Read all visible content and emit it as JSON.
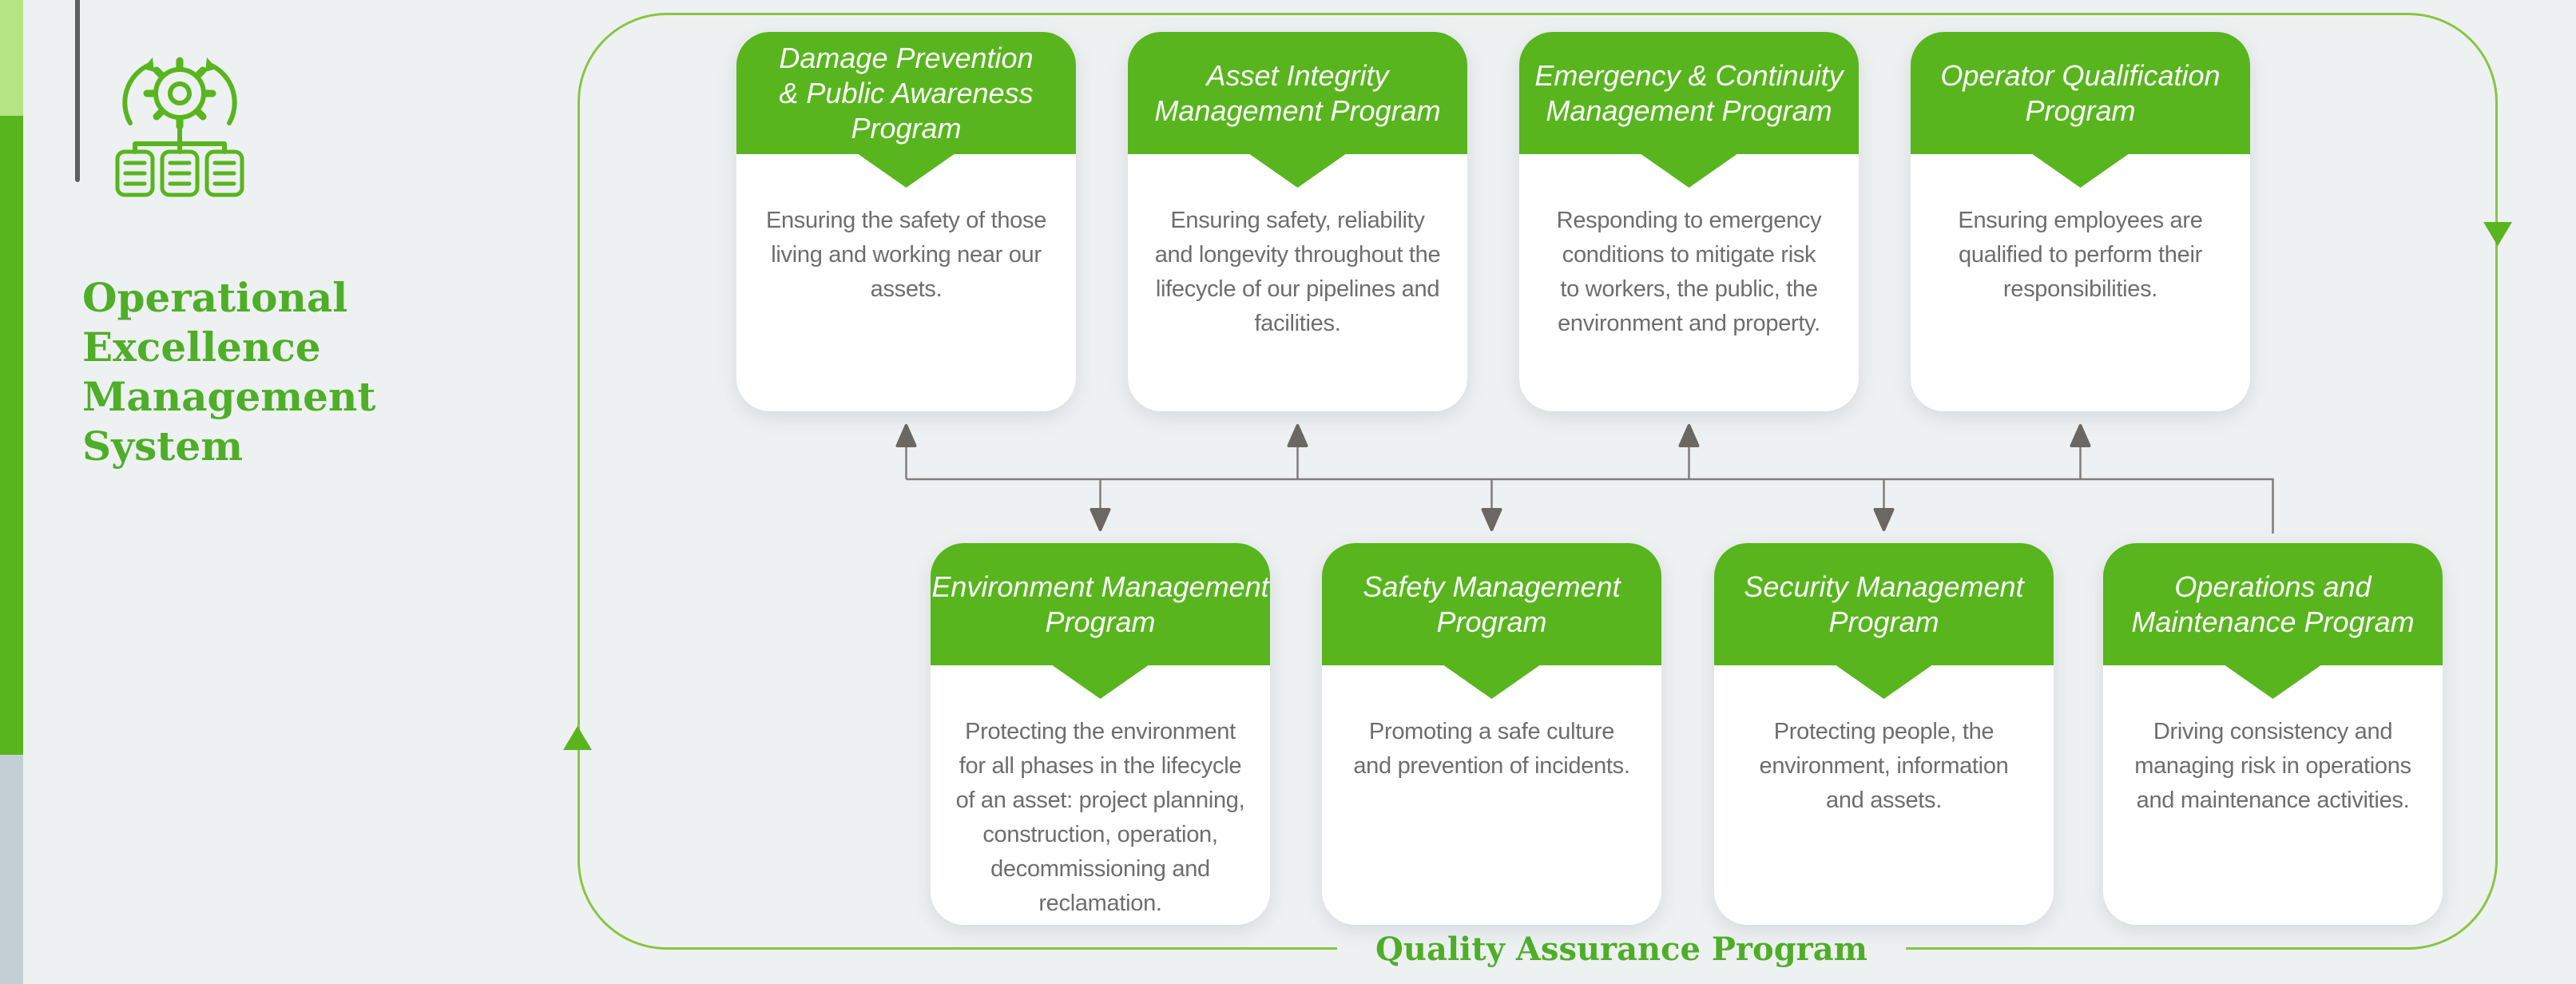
{
  "diagram": {
    "title": "Operational\nExcellence\nManagement\nSystem",
    "qa_label": "Quality Assurance Program"
  },
  "colors": {
    "green": "#58b51e",
    "light-green": "#b4e483",
    "border-green": "#8bc442",
    "slate": "#c4ced5",
    "text-gray": "#6d6d6d",
    "title-green": "#4fae28",
    "line-gray": "#817e7a",
    "arrow-gray": "#6b6762",
    "bg": "#eef1f2"
  },
  "top_programs": [
    {
      "title": "Damage Prevention\n& Public Awareness\nProgram",
      "description": "Ensuring the safety of those\nliving and working near our\nassets."
    },
    {
      "title": "Asset Integrity\nManagement Program",
      "description": "Ensuring safety, reliability\nand longevity throughout the\nlifecycle of our pipelines and\nfacilities."
    },
    {
      "title": "Emergency & Continuity\nManagement Program",
      "description": "Responding to emergency\nconditions to mitigate risk\nto workers, the public, the\nenvironment and property."
    },
    {
      "title": "Operator Qualification\nProgram",
      "description": "Ensuring employees are\nqualified to perform their\nresponsibilities."
    }
  ],
  "bottom_programs": [
    {
      "title": "Environment Management\nProgram",
      "description": "Protecting the environment\nfor all phases in the lifecycle\nof an asset: project planning,\nconstruction, operation,\ndecommissioning and\nreclamation."
    },
    {
      "title": "Safety Management\nProgram",
      "description": "Promoting a safe culture\nand prevention of incidents."
    },
    {
      "title": "Security Management\nProgram",
      "description": "Protecting people, the\nenvironment, information\nand assets."
    },
    {
      "title": "Operations and\nMaintenance Program",
      "description": "Driving consistency and\nmanaging risk in operations\nand maintenance activities."
    }
  ]
}
